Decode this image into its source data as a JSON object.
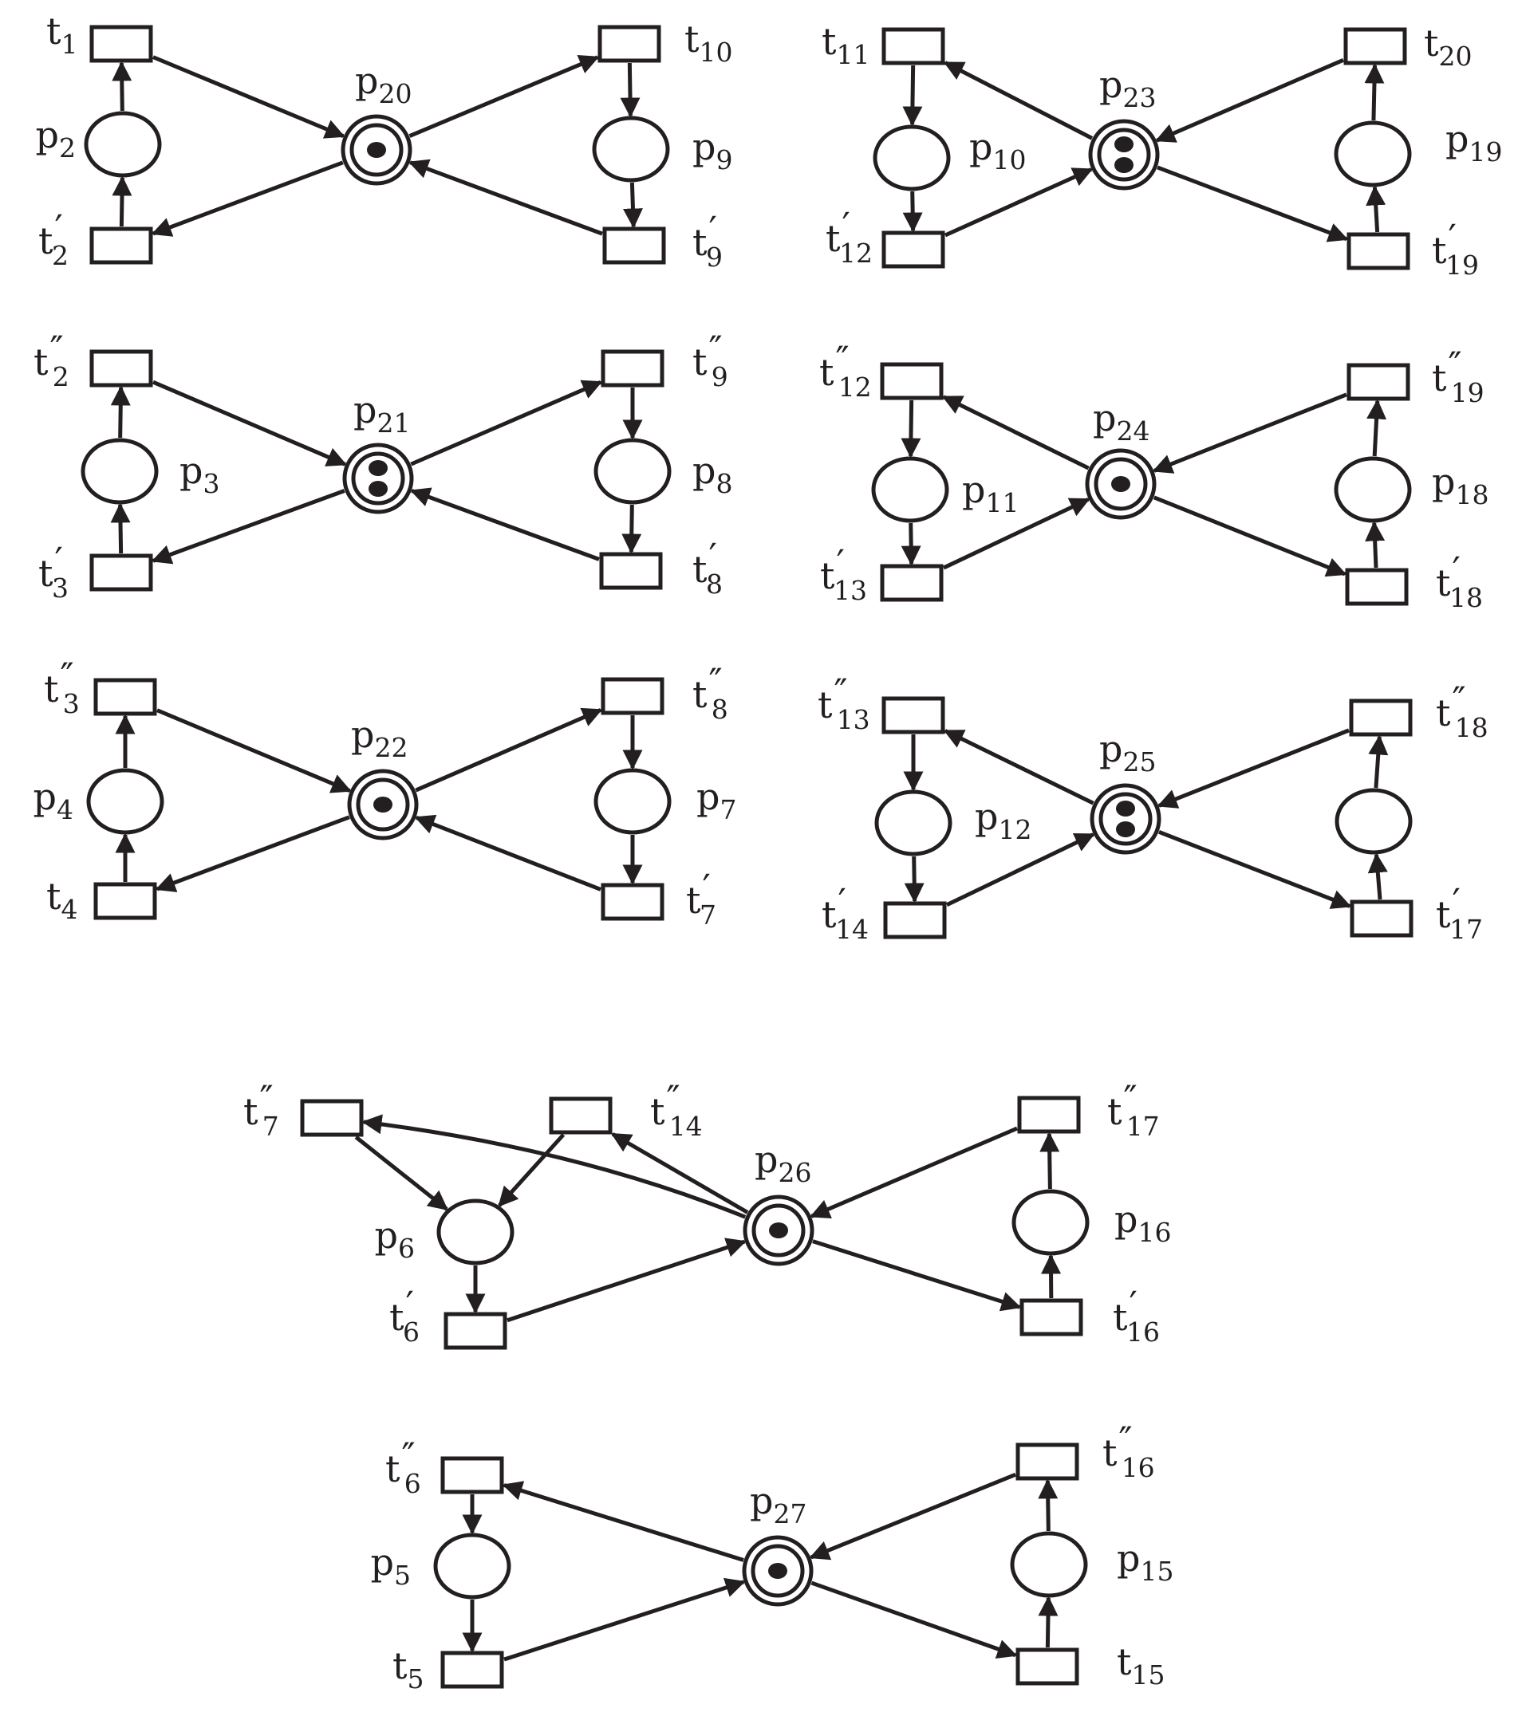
{
  "colors": {
    "ink": "#231f20",
    "background": "#ffffff"
  },
  "places": {
    "p2": {
      "base": "p",
      "sub": "2",
      "tokens": 0
    },
    "p3": {
      "base": "p",
      "sub": "3",
      "tokens": 0
    },
    "p4": {
      "base": "p",
      "sub": "4",
      "tokens": 0
    },
    "p5": {
      "base": "p",
      "sub": "5",
      "tokens": 0
    },
    "p6": {
      "base": "p",
      "sub": "6",
      "tokens": 0
    },
    "p7": {
      "base": "p",
      "sub": "7",
      "tokens": 0
    },
    "p8": {
      "base": "p",
      "sub": "8",
      "tokens": 0
    },
    "p9": {
      "base": "p",
      "sub": "9",
      "tokens": 0
    },
    "p10": {
      "base": "p",
      "sub": "10",
      "tokens": 0
    },
    "p11": {
      "base": "p",
      "sub": "11",
      "tokens": 0
    },
    "p12": {
      "base": "p",
      "sub": "12",
      "tokens": 0
    },
    "p15": {
      "base": "p",
      "sub": "15",
      "tokens": 0
    },
    "p16": {
      "base": "p",
      "sub": "16",
      "tokens": 0
    },
    "p17": {
      "base": "",
      "sub": "",
      "tokens": 0
    },
    "p18": {
      "base": "p",
      "sub": "18",
      "tokens": 0
    },
    "p19": {
      "base": "p",
      "sub": "19",
      "tokens": 0
    },
    "p20": {
      "base": "p",
      "sub": "20",
      "tokens": 1
    },
    "p21": {
      "base": "p",
      "sub": "21",
      "tokens": 2
    },
    "p22": {
      "base": "p",
      "sub": "22",
      "tokens": 1
    },
    "p23": {
      "base": "p",
      "sub": "23",
      "tokens": 2
    },
    "p24": {
      "base": "p",
      "sub": "24",
      "tokens": 1
    },
    "p25": {
      "base": "p",
      "sub": "25",
      "tokens": 2
    },
    "p26": {
      "base": "p",
      "sub": "26",
      "tokens": 1
    },
    "p27": {
      "base": "p",
      "sub": "27",
      "tokens": 1
    }
  },
  "transitions": {
    "t1": {
      "base": "t",
      "prime": "",
      "sub": "1"
    },
    "t2p": {
      "base": "t",
      "prime": "′",
      "sub": "2"
    },
    "t2pp": {
      "base": "t",
      "prime": "″",
      "sub": "2"
    },
    "t3p": {
      "base": "t",
      "prime": "′",
      "sub": "3"
    },
    "t3pp": {
      "base": "t",
      "prime": "″",
      "sub": "3"
    },
    "t4": {
      "base": "t",
      "prime": "",
      "sub": "4"
    },
    "t5": {
      "base": "t",
      "prime": "",
      "sub": "5"
    },
    "t6p": {
      "base": "t",
      "prime": "′",
      "sub": "6"
    },
    "t6pp": {
      "base": "t",
      "prime": "″",
      "sub": "6"
    },
    "t7p": {
      "base": "t",
      "prime": "′",
      "sub": "7"
    },
    "t7pp": {
      "base": "t",
      "prime": "″",
      "sub": "7"
    },
    "t8p": {
      "base": "t",
      "prime": "′",
      "sub": "8"
    },
    "t8pp": {
      "base": "t",
      "prime": "″",
      "sub": "8"
    },
    "t9p": {
      "base": "t",
      "prime": "′",
      "sub": "9"
    },
    "t9pp": {
      "base": "t",
      "prime": "″",
      "sub": "9"
    },
    "t10": {
      "base": "t",
      "prime": "",
      "sub": "10"
    },
    "t11": {
      "base": "t",
      "prime": "",
      "sub": "11"
    },
    "t12p": {
      "base": "t",
      "prime": "′",
      "sub": "12"
    },
    "t12pp": {
      "base": "t",
      "prime": "″",
      "sub": "12"
    },
    "t13p": {
      "base": "t",
      "prime": "′",
      "sub": "13"
    },
    "t13pp": {
      "base": "t",
      "prime": "″",
      "sub": "13"
    },
    "t14p": {
      "base": "t",
      "prime": "′",
      "sub": "14"
    },
    "t14pp": {
      "base": "t",
      "prime": "″",
      "sub": "14"
    },
    "t15": {
      "base": "t",
      "prime": "",
      "sub": "15"
    },
    "t16p": {
      "base": "t",
      "prime": "′",
      "sub": "16"
    },
    "t16pp": {
      "base": "t",
      "prime": "″",
      "sub": "16"
    },
    "t17p": {
      "base": "t",
      "prime": "′",
      "sub": "17"
    },
    "t17pp": {
      "base": "t",
      "prime": "″",
      "sub": "17"
    },
    "t18p": {
      "base": "t",
      "prime": "′",
      "sub": "18"
    },
    "t18pp": {
      "base": "t",
      "prime": "″",
      "sub": "18"
    },
    "t19p": {
      "base": "t",
      "prime": "′",
      "sub": "19"
    },
    "t19pp": {
      "base": "t",
      "prime": "″",
      "sub": "19"
    },
    "t20": {
      "base": "t",
      "prime": "",
      "sub": "20"
    }
  },
  "arcs": [
    [
      "p2",
      "t1"
    ],
    [
      "t2p",
      "p2"
    ],
    [
      "t1",
      "p20"
    ],
    [
      "p20",
      "t2p"
    ],
    [
      "p20",
      "t10"
    ],
    [
      "t10",
      "p9"
    ],
    [
      "p9",
      "t9p"
    ],
    [
      "t9p",
      "p20"
    ],
    [
      "p3",
      "t2pp"
    ],
    [
      "t3p",
      "p3"
    ],
    [
      "t2pp",
      "p21"
    ],
    [
      "p21",
      "t3p"
    ],
    [
      "p21",
      "t9pp"
    ],
    [
      "t9pp",
      "p8"
    ],
    [
      "p8",
      "t8p"
    ],
    [
      "t8p",
      "p21"
    ],
    [
      "p4",
      "t3pp"
    ],
    [
      "t4",
      "p4"
    ],
    [
      "t3pp",
      "p22"
    ],
    [
      "p22",
      "t4"
    ],
    [
      "p22",
      "t8pp"
    ],
    [
      "t8pp",
      "p7"
    ],
    [
      "p7",
      "t7p"
    ],
    [
      "t7p",
      "p22"
    ],
    [
      "t11",
      "p10"
    ],
    [
      "p10",
      "t12p"
    ],
    [
      "t12p",
      "p23"
    ],
    [
      "p23",
      "t11"
    ],
    [
      "t20",
      "p23"
    ],
    [
      "p23",
      "t19p"
    ],
    [
      "t19p",
      "p19"
    ],
    [
      "p19",
      "t20"
    ],
    [
      "t12pp",
      "p11"
    ],
    [
      "p11",
      "t13p"
    ],
    [
      "t13p",
      "p24"
    ],
    [
      "p24",
      "t12pp"
    ],
    [
      "t19pp",
      "p24"
    ],
    [
      "p24",
      "t18p"
    ],
    [
      "t18p",
      "p18"
    ],
    [
      "p18",
      "t19pp"
    ],
    [
      "t13pp",
      "p12"
    ],
    [
      "p12",
      "t14p"
    ],
    [
      "t14p",
      "p25"
    ],
    [
      "p25",
      "t13pp"
    ],
    [
      "t18pp",
      "p25"
    ],
    [
      "p25",
      "t17p"
    ],
    [
      "t17p",
      "p17"
    ],
    [
      "p17",
      "t18pp"
    ],
    [
      "t7pp",
      "p6"
    ],
    [
      "t14pp",
      "p6"
    ],
    [
      "p6",
      "t6p"
    ],
    [
      "t6p",
      "p26"
    ],
    [
      "p26",
      "t7pp"
    ],
    [
      "p26",
      "t14pp"
    ],
    [
      "t17pp",
      "p26"
    ],
    [
      "p26",
      "t16p"
    ],
    [
      "t16p",
      "p16"
    ],
    [
      "p16",
      "t17pp"
    ],
    [
      "t6pp",
      "p5"
    ],
    [
      "p5",
      "t5"
    ],
    [
      "t5",
      "p27"
    ],
    [
      "p27",
      "t6pp"
    ],
    [
      "t16pp",
      "p27"
    ],
    [
      "p27",
      "t15"
    ],
    [
      "t15",
      "p15"
    ],
    [
      "p15",
      "t16pp"
    ]
  ]
}
